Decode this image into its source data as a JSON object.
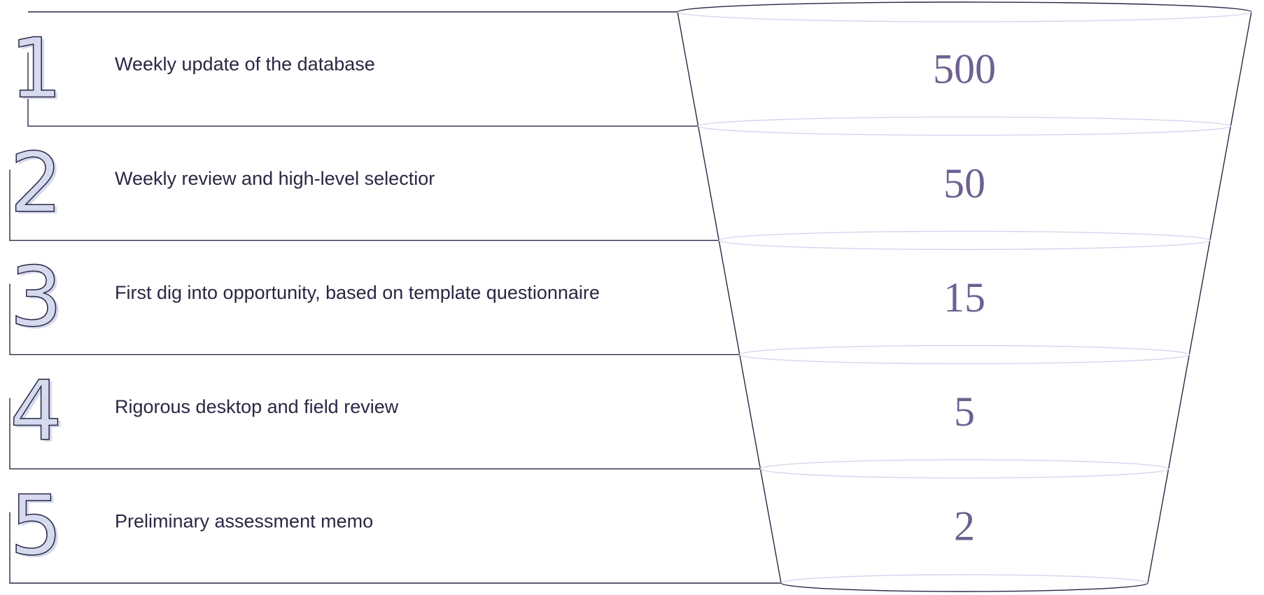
{
  "stages": [
    {
      "number": "1",
      "label": "Weekly update of the database",
      "count": "500"
    },
    {
      "number": "2",
      "label": "Weekly review and high-level selectior",
      "count": "50"
    },
    {
      "number": "3",
      "label": "First dig into opportunity, based on template questionnaire",
      "count": "15"
    },
    {
      "number": "4",
      "label": "Rigorous desktop and field review",
      "count": "5"
    },
    {
      "number": "5",
      "label": "Preliminary assessment memo",
      "count": "2"
    }
  ],
  "colors": {
    "ink": "#2a2744",
    "count": "#6e6191",
    "number_fill": "#d5daee",
    "ring": "#d2d6ec"
  }
}
